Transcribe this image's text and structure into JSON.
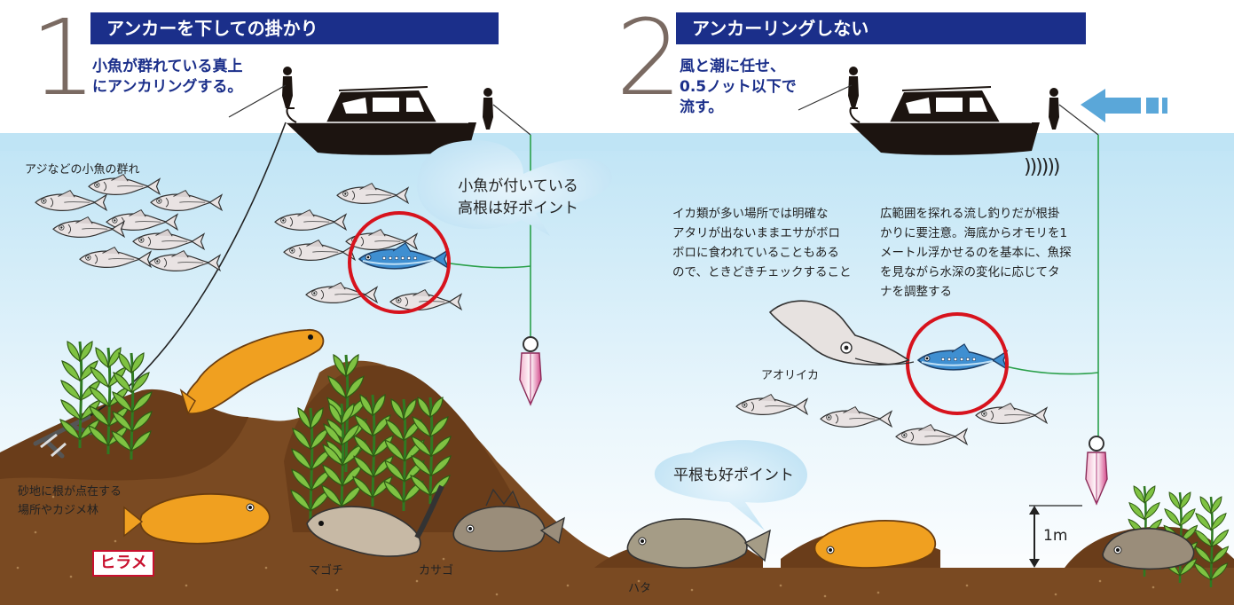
{
  "panel1": {
    "number": "1",
    "title": "アンカーを下しての掛かり",
    "subtitle_lines": [
      "小魚が群れている真上",
      "にアンカリングする。"
    ],
    "school_label": "アジなどの小魚の群れ",
    "bubble_lines": [
      "小魚が付いている",
      "高根は好ポイント"
    ],
    "bottom_label_lines": [
      "砂地に根が点在する",
      "場所やカジメ林"
    ],
    "fish_labels": {
      "hirame": "ヒラメ",
      "magochi": "マゴチ",
      "kasago": "カサゴ",
      "hata": "ハタ"
    }
  },
  "panel2": {
    "number": "2",
    "title": "アンカーリングしない",
    "subtitle_lines": [
      "風と潮に任せ、",
      "0.5ノット以下で",
      "流す。"
    ],
    "note_left_lines": [
      "イカ類が多い場所では明確な",
      "アタリが出ないままエサがボロ",
      "ボロに食われていることもある",
      "ので、ときどきチェックすること"
    ],
    "note_right_lines": [
      "広範囲を探れる流し釣りだが根掛",
      "かりに要注意。海底からオモリを1",
      "メートル浮かせるのを基本に、魚探",
      "を見ながら水深の変化に応じてタ",
      "ナを調整する"
    ],
    "squid_label": "アオリイカ",
    "bubble": "平根も好ポイント",
    "measure_label": "1m",
    "sonar_mark": "))))))"
  },
  "colors": {
    "title_bg": "#1b2f8a",
    "subtitle": "#1b2f8a",
    "number": "#7a6a62",
    "sea_top": "#cfeaf7",
    "seabed": "#7a4a22",
    "highlight_circle": "#d7131d",
    "line": "#2aa04a",
    "drift_arrow": "#5aa7d9",
    "fish_orange": "#f0a020"
  }
}
